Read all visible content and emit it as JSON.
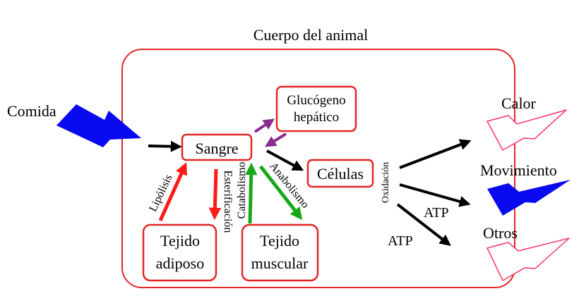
{
  "title": "Cuerpo del animal",
  "nodes": {
    "sangre": "Sangre",
    "glucogeno_line1": "Glucógeno",
    "glucogeno_line2": "hepático",
    "celulas": "Células",
    "adiposo_line1": "Tejido",
    "adiposo_line2": "adiposo",
    "muscular_line1": "Tejido",
    "muscular_line2": "muscular"
  },
  "inputs": {
    "comida": "Comida"
  },
  "edge_labels": {
    "lipolisis": "Lipólisis",
    "esterificacion": "Esterificación",
    "catabolismo": "Catabolismo",
    "anabolismo": "Anabolismo",
    "oxidacion": "Oxidación",
    "atp_upper": "ATP",
    "atp_lower": "ATP"
  },
  "outputs": {
    "calor": "Calor",
    "movimiento": "Movimiento",
    "otros": "Otros"
  },
  "colors": {
    "box_border": "#e32626",
    "red_arrow": "#ff1a1a",
    "green_arrow": "#16a816",
    "purple_arrow": "#8a2b8f",
    "blue_arrow": "#0a0af0",
    "pink_arrow": "#ff3366",
    "black": "#000000"
  }
}
